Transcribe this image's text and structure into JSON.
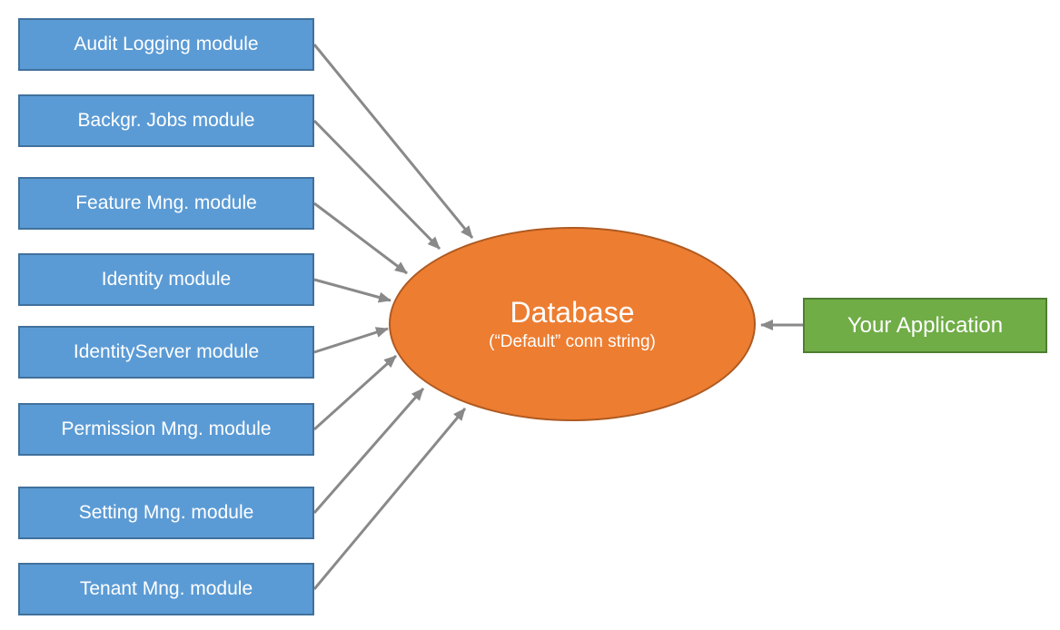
{
  "diagram": {
    "modules": [
      {
        "label": "Audit Logging module"
      },
      {
        "label": "Backgr. Jobs module"
      },
      {
        "label": "Feature Mng. module"
      },
      {
        "label": "Identity module"
      },
      {
        "label": "IdentityServer module"
      },
      {
        "label": "Permission Mng. module"
      },
      {
        "label": "Setting Mng. module"
      },
      {
        "label": "Tenant Mng. module"
      }
    ],
    "database": {
      "title": "Database",
      "subtitle": "(“Default” conn string)"
    },
    "application": {
      "label": "Your Application"
    },
    "colors": {
      "module_fill": "#5B9BD5",
      "module_border": "#41719C",
      "database_fill": "#ED7D31",
      "database_border": "#AE5A21",
      "app_fill": "#70AD47",
      "app_border": "#507E32",
      "arrow": "#898989",
      "text": "#FFFFFF"
    }
  }
}
